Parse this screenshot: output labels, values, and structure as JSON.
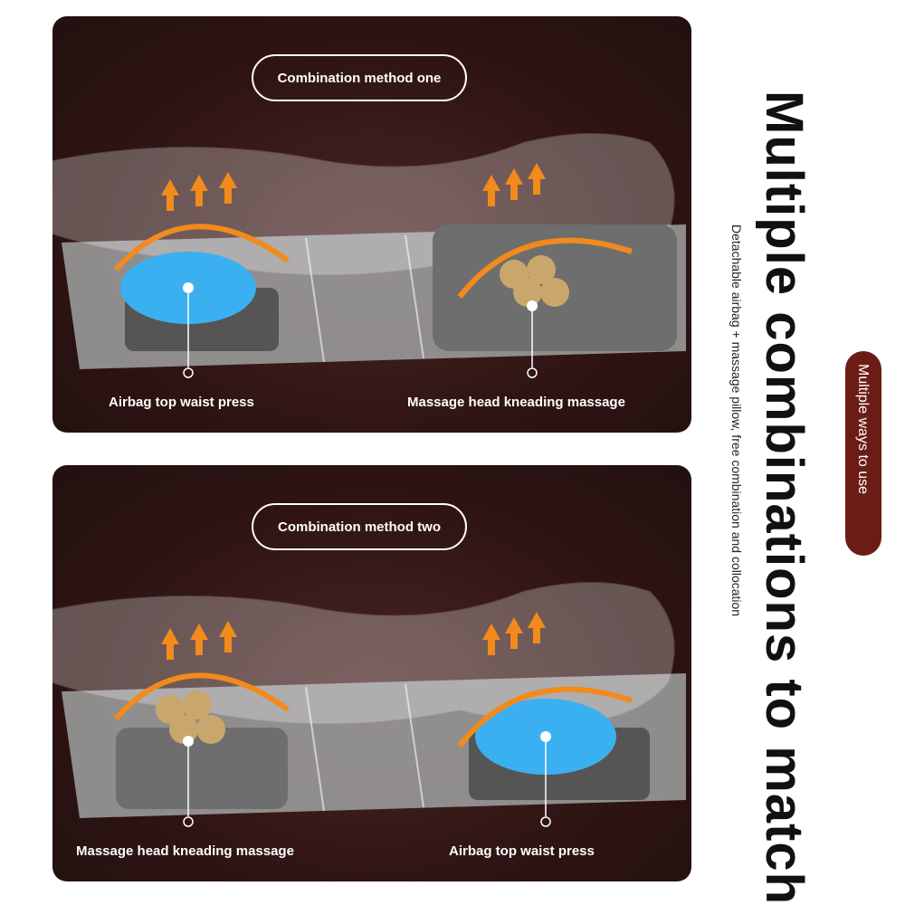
{
  "side": {
    "title": "Multiple combinations to match",
    "subtitle": "Detachable airbag + massage pillow, free combination and collocation",
    "badge": "Multiple ways to use"
  },
  "panels": [
    {
      "heading": "Combination method one",
      "left_label": "Airbag top waist press",
      "right_label": "Massage head kneading massage"
    },
    {
      "heading": "Combination method two",
      "left_label": "Massage head kneading massage",
      "right_label": "Airbag top waist press"
    }
  ],
  "colors": {
    "panel_bg": "#2e1413",
    "badge_bg": "#6b1d15",
    "arrow_orange": "#f28a1c",
    "airbag_blue": "#3bb0f0",
    "massage_gold": "#c9a66b"
  }
}
